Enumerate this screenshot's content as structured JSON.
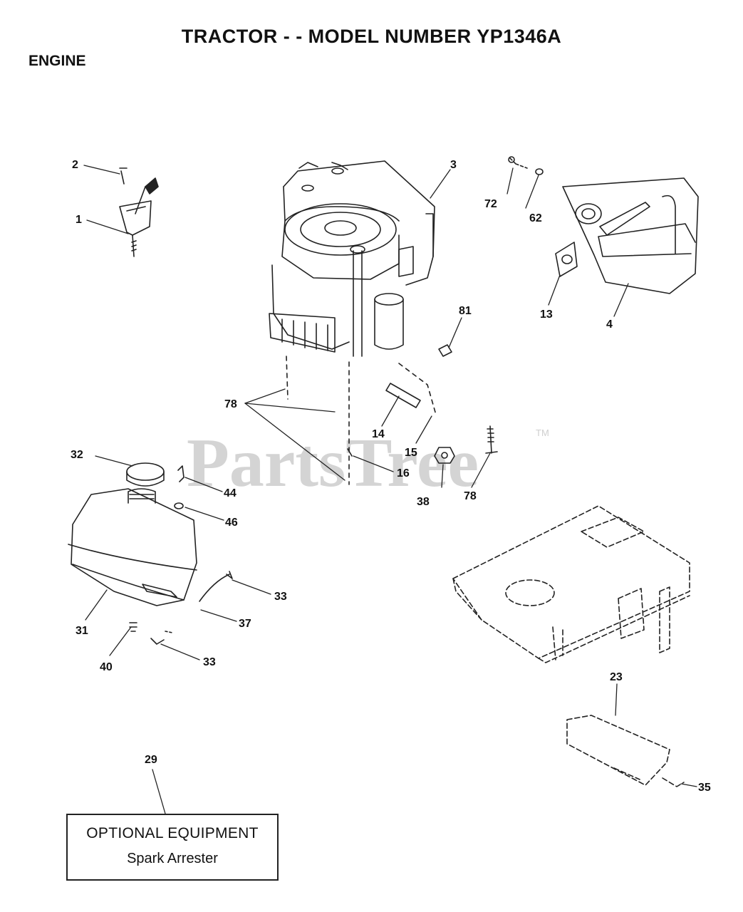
{
  "header": {
    "title": "TRACTOR - - MODEL NUMBER YP1346A",
    "section": "ENGINE"
  },
  "watermark": {
    "text": "PartsTree",
    "trademark": "TM"
  },
  "callouts": [
    "1",
    "2",
    "3",
    "72",
    "62",
    "13",
    "4",
    "81",
    "78",
    "14",
    "15",
    "16",
    "38",
    "78",
    "32",
    "44",
    "46",
    "31",
    "33",
    "37",
    "40",
    "33",
    "23",
    "35",
    "29"
  ],
  "optional_equipment": {
    "title": "OPTIONAL EQUIPMENT",
    "item": "Spark Arrester"
  }
}
